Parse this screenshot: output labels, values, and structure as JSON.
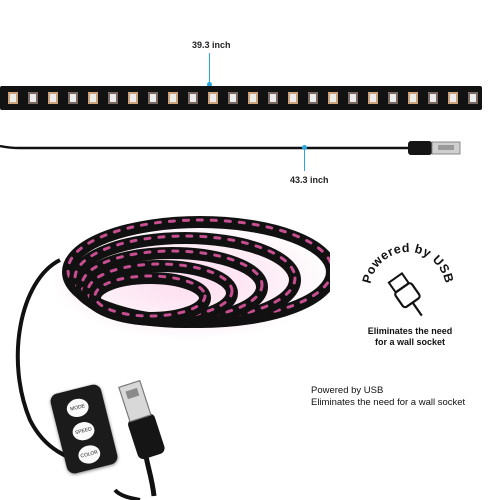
{
  "dimensions": {
    "strip_length": "39.3 inch",
    "cable_length": "43.3 inch"
  },
  "badge": {
    "arc_text": "Powered by USB",
    "line1": "Eliminates the need",
    "line2": "for a wall socket"
  },
  "caption": {
    "line1": "Powered by USB",
    "line2": "Eliminates the need for a wall socket"
  },
  "controller": {
    "btn_top": "MODE",
    "btn_mid": "SPEED",
    "btn_bot": "COLOR"
  },
  "colors": {
    "accent_blue": "#2aa7e0",
    "strip_black": "#121212",
    "led_glow": "#e85aa8"
  },
  "icons": [
    "usb-plug-icon"
  ]
}
